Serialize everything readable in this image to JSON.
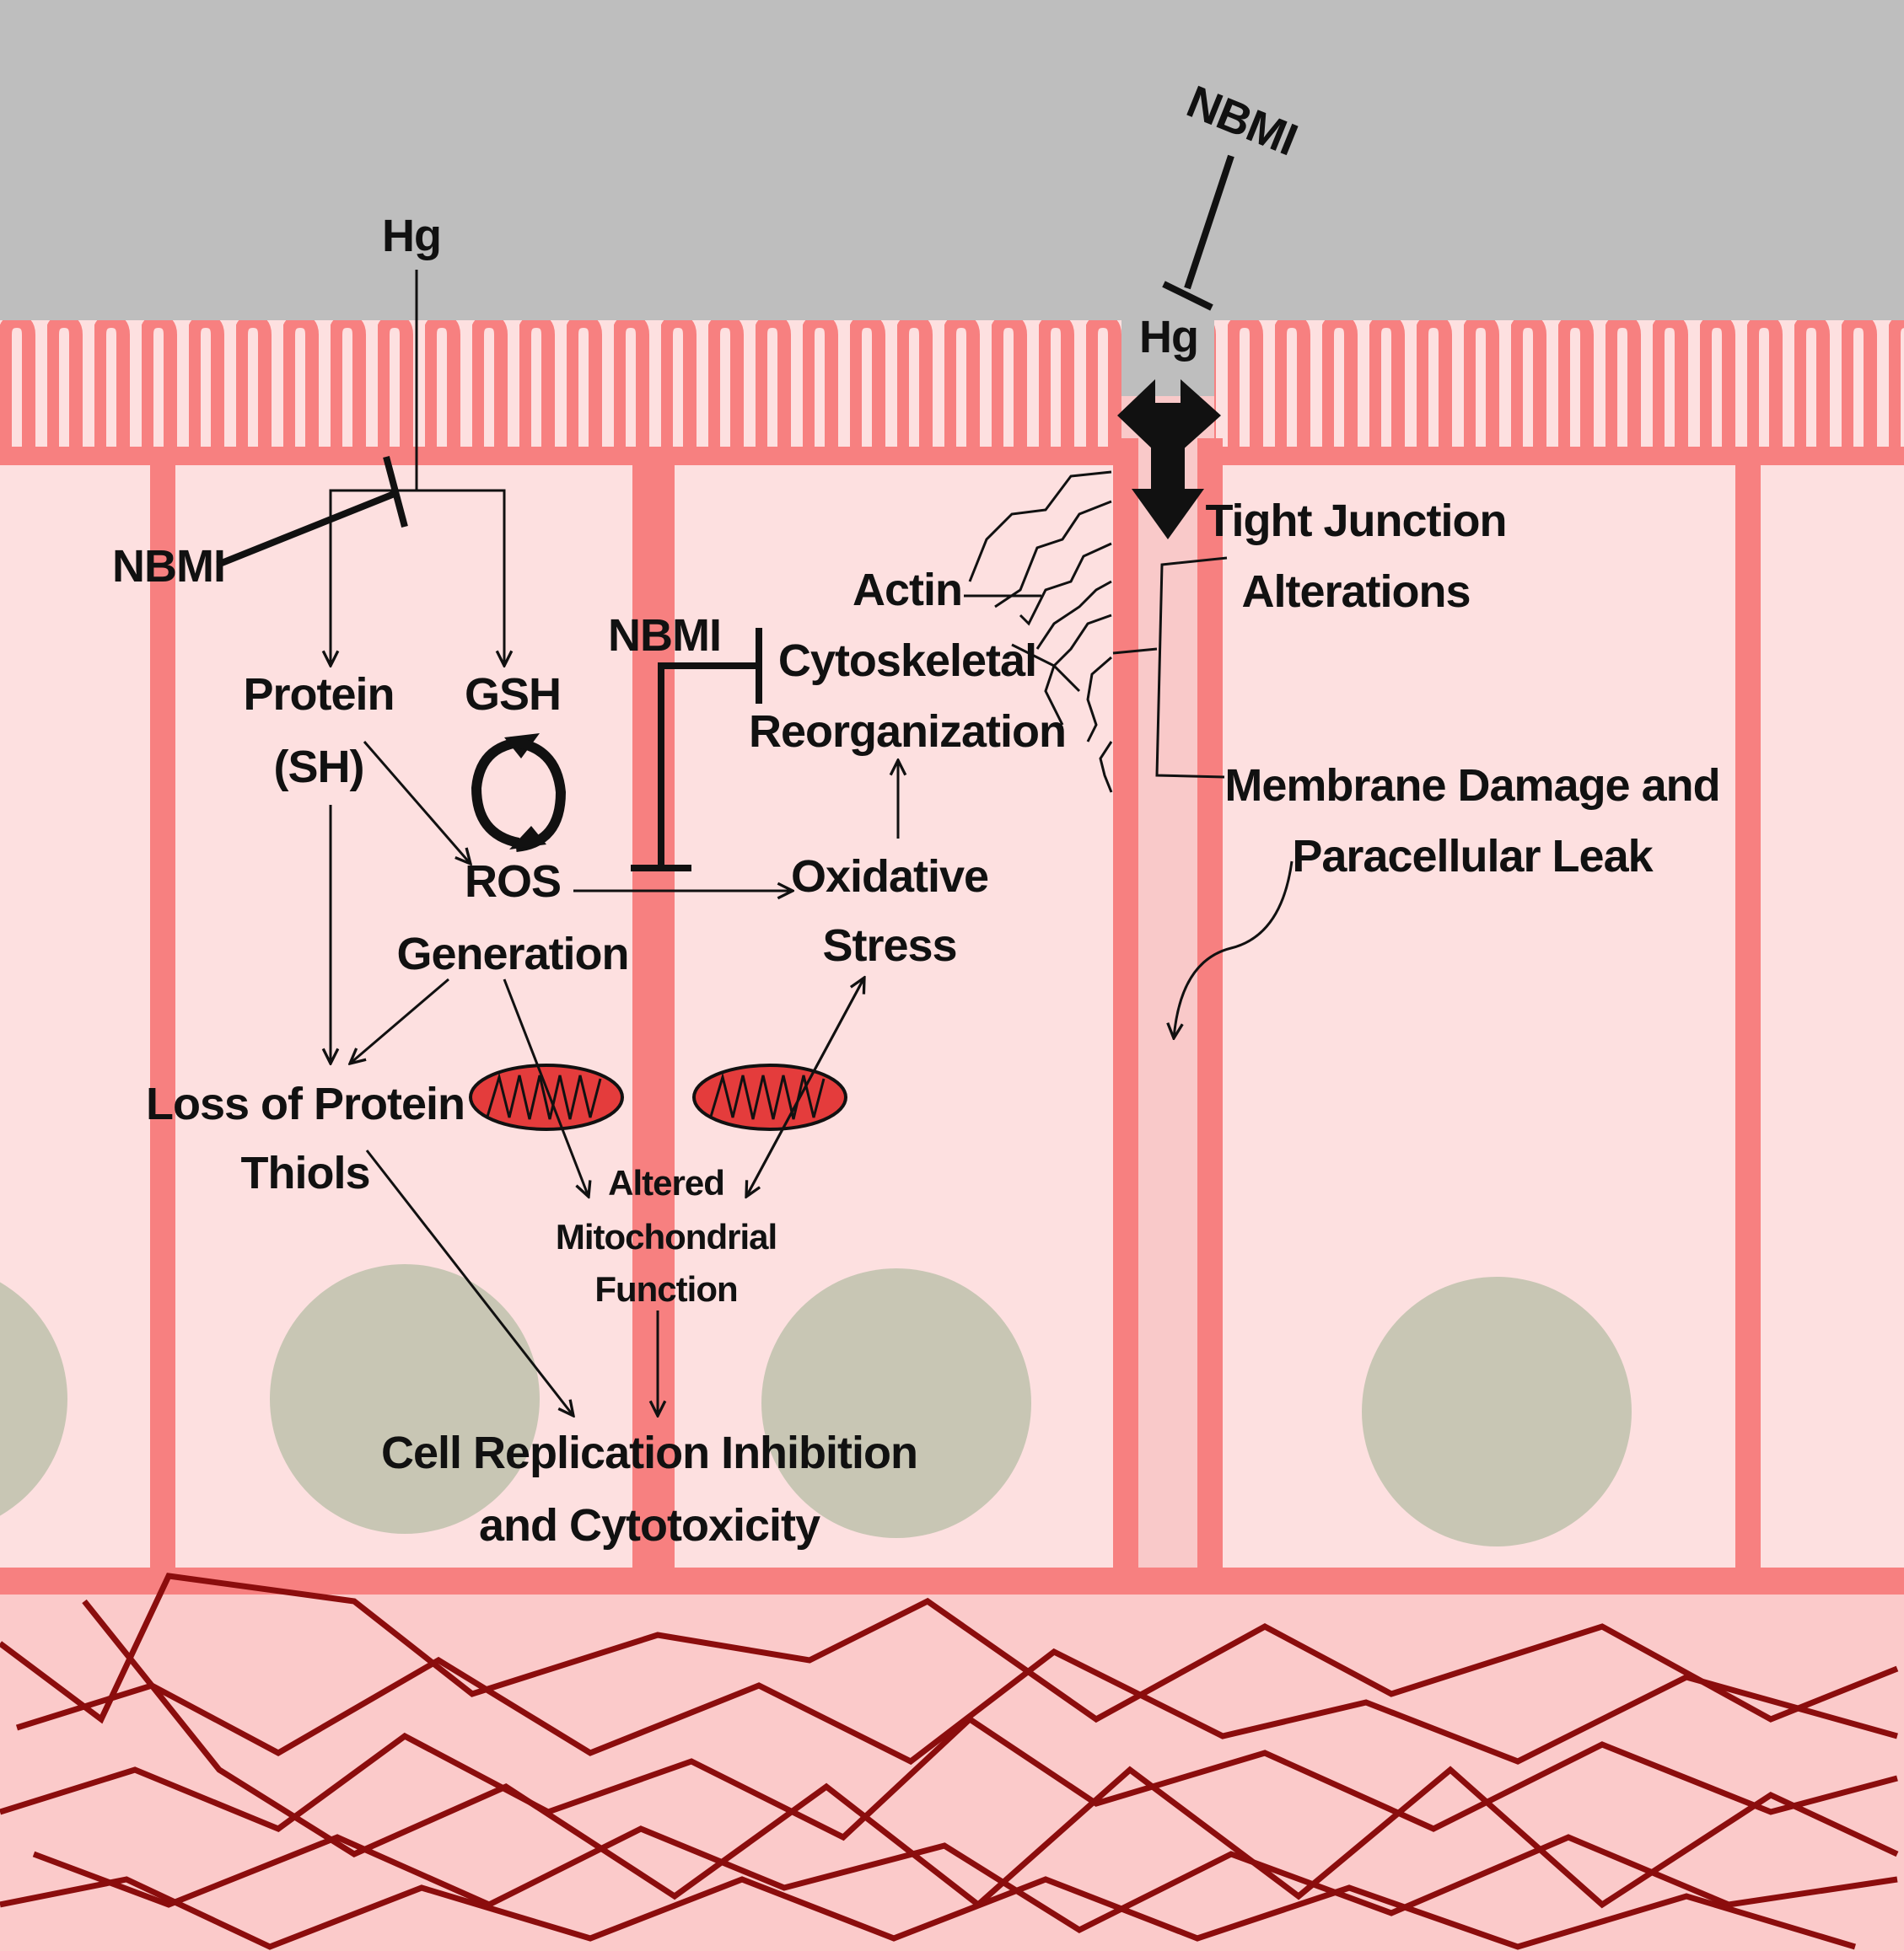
{
  "colors": {
    "lumen": "#bebebe",
    "cell_fill": "#fde0e0",
    "membrane": "#f78080",
    "junction_fill": "#f9c9c9",
    "basement_fill": "#fbcaca",
    "fiber": "#8b0d0d",
    "nucleus": "#c8c6b4",
    "mitochondria": "#e43c3c",
    "text": "#111111"
  },
  "labels": {
    "hg_left": "Hg",
    "nbmi_left": "NBMI",
    "protein_line1": "Protein",
    "protein_line2": "(SH)",
    "gsh": "GSH",
    "ros_line1": "ROS",
    "ros_line2": "Generation",
    "loss_line1": "Loss of Protein",
    "loss_line2": "Thiols",
    "altered_line1": "Altered",
    "altered_line2": "Mitochondrial",
    "altered_line3": "Function",
    "cell_line1": "Cell Replication Inhibition",
    "cell_line2": "and Cytotoxicity",
    "nbmi_mid": "NBMI",
    "actin_line1": "Actin",
    "actin_line2": "Cytoskeletal",
    "actin_line3": "Reorganization",
    "oxidative_line1": "Oxidative",
    "oxidative_line2": "Stress",
    "nbmi_top": "NBMI",
    "hg_right": "Hg",
    "tight_line1": "Tight Junction",
    "tight_line2": "Alterations",
    "membrane_line1": "Membrane Damage and",
    "membrane_line2": "Paracellular Leak"
  }
}
